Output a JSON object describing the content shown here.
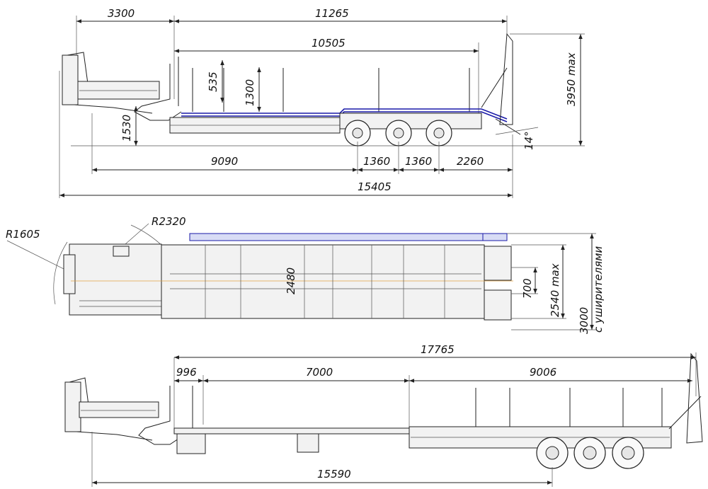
{
  "side_view_top": {
    "dim_cab_offset": "3300",
    "dim_overall_trailer": "11265",
    "dim_platform": "10505",
    "dim_front_deck_height": "535",
    "dim_stake_height": "1300",
    "dim_max_height": "3950 max",
    "dim_fifth_wheel_height": "1530",
    "dim_kingpin_to_axle": "9090",
    "dim_axle_spacing_1": "1360",
    "dim_axle_spacing_2": "1360",
    "dim_rear_overhang": "2260",
    "dim_overall_length": "15405",
    "dim_ramp_angle": "14°"
  },
  "plan_view": {
    "dim_turn_radius_front": "R1605",
    "dim_turn_radius_rear": "R2320",
    "dim_deck_width": "2480",
    "dim_ramp_gap": "700",
    "dim_width_max": "2540 max",
    "dim_width_extended": "3000",
    "label_with_extenders": "с уширителями"
  },
  "side_view_bottom": {
    "dim_total_length": "17765",
    "dim_gooseneck": "996",
    "dim_extension": "7000",
    "dim_rear_section": "9006",
    "dim_extended_length": "15590"
  }
}
